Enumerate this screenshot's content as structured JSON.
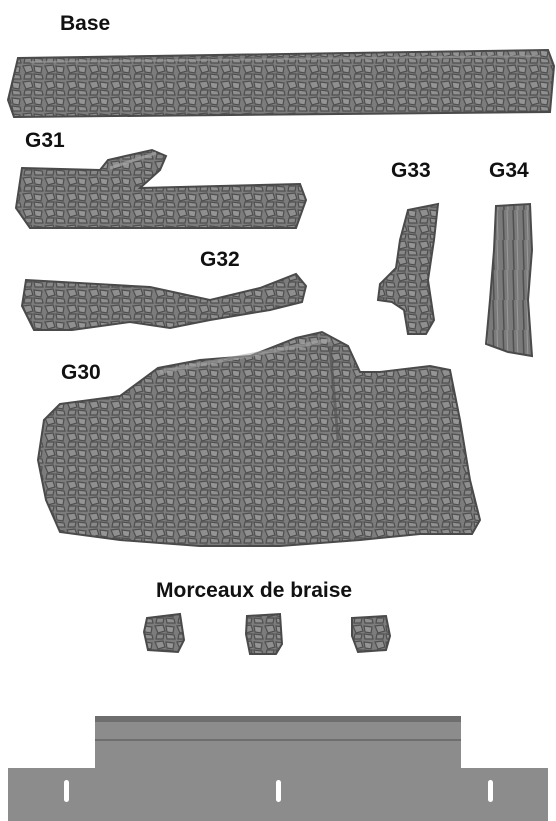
{
  "labels": {
    "base": "Base",
    "g31": "G31",
    "g32": "G32",
    "g33": "G33",
    "g34": "G34",
    "g30": "G30",
    "embers": "Morceaux de braise"
  },
  "colors": {
    "log_fill": "#7a7a7a",
    "log_dark": "#4a4a4a",
    "log_light": "#a8a8a8",
    "grate": "#8c8c8c",
    "grate_dark": "#6e6e6e",
    "text": "#111111"
  }
}
